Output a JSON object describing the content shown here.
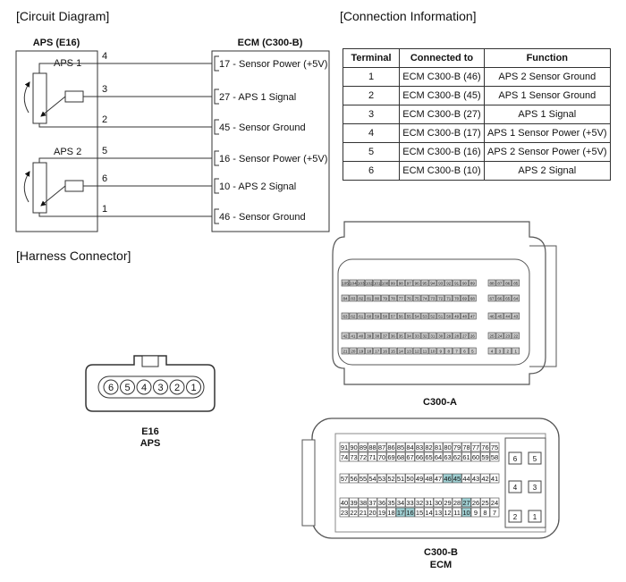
{
  "sections": {
    "circuit": "[Circuit Diagram]",
    "connection": "[Connection Information]",
    "harness": "[Harness Connector]"
  },
  "circuit": {
    "left_title": "APS (E16)",
    "right_title": "ECM (C300-B)",
    "aps1": "APS 1",
    "aps2": "APS 2",
    "wires": [
      {
        "pin": "4",
        "ecm": "17 - Sensor Power (+5V)"
      },
      {
        "pin": "3",
        "ecm": "27 - APS 1 Signal"
      },
      {
        "pin": "2",
        "ecm": "45 - Sensor Ground"
      },
      {
        "pin": "5",
        "ecm": "16 - Sensor Power (+5V)"
      },
      {
        "pin": "6",
        "ecm": "10 - APS 2 Signal"
      },
      {
        "pin": "1",
        "ecm": "46 - Sensor Ground"
      }
    ]
  },
  "table": {
    "headers": [
      "Terminal",
      "Connected to",
      "Function"
    ],
    "rows": [
      [
        "1",
        "ECM C300-B (46)",
        "APS 2 Sensor Ground"
      ],
      [
        "2",
        "ECM C300-B (45)",
        "APS 1 Sensor Ground"
      ],
      [
        "3",
        "ECM C300-B (27)",
        "APS 1 Signal"
      ],
      [
        "4",
        "ECM C300-B (17)",
        "APS 1 Sensor Power (+5V)"
      ],
      [
        "5",
        "ECM C300-B (16)",
        "APS 2 Sensor Power (+5V)"
      ],
      [
        "6",
        "ECM C300-B (10)",
        "APS 2 Signal"
      ]
    ]
  },
  "e16": {
    "label": "E16",
    "sublabel": "APS",
    "pins": [
      "6",
      "5",
      "4",
      "3",
      "2",
      "1"
    ]
  },
  "c300a": {
    "label": "C300-A",
    "rows": [
      [
        105,
        89,
        88,
        85
      ],
      [
        84,
        68,
        67,
        64
      ],
      [
        63,
        47,
        46,
        43
      ],
      [
        42,
        26,
        25,
        22
      ],
      [
        21,
        5,
        4,
        1
      ]
    ]
  },
  "c300b": {
    "label": "C300-B",
    "sublabel": "ECM",
    "rows": [
      [
        91,
        75
      ],
      [
        74,
        58
      ],
      [
        57,
        41
      ],
      [
        40,
        24
      ],
      [
        23,
        7
      ]
    ],
    "side_pins": [
      [
        "6",
        "5"
      ],
      [
        "4",
        "3"
      ],
      [
        "2",
        "1"
      ]
    ],
    "highlighted": [
      46,
      45,
      27,
      17,
      16,
      10
    ],
    "highlight_color": "#9fcfd2"
  }
}
